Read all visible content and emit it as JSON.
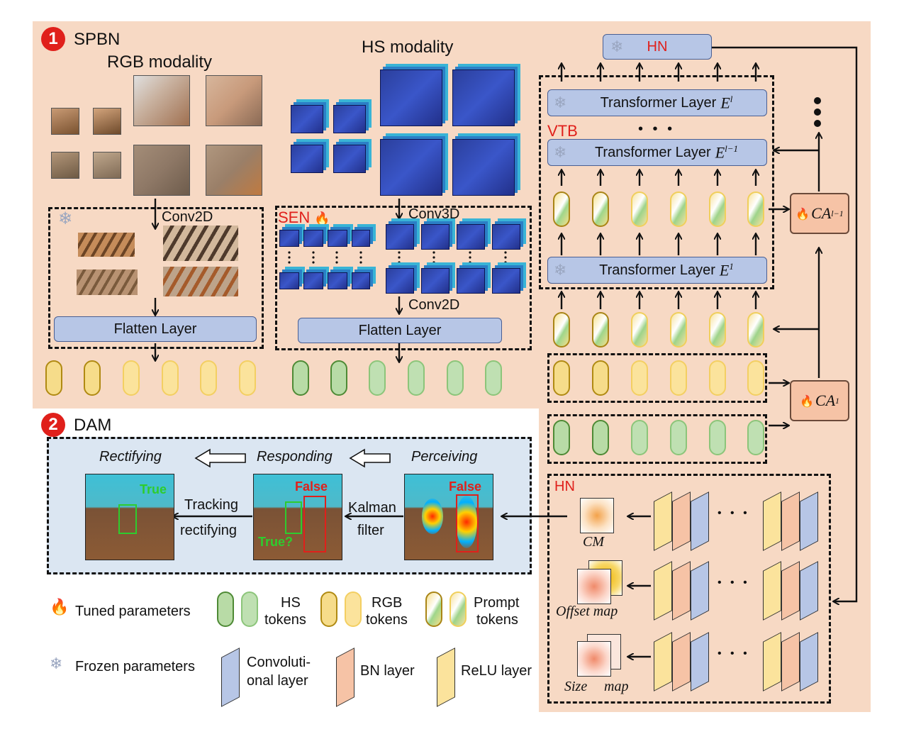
{
  "spbn": {
    "badge": "1",
    "title": "SPBN",
    "rgb_modality": "RGB modality",
    "hs_modality": "HS modality",
    "conv2d": "Conv2D",
    "conv3d": "Conv3D",
    "conv2d_b": "Conv2D",
    "sen": "SEN",
    "flatten_a": "Flatten Layer",
    "flatten_b": "Flatten Layer"
  },
  "vtb": {
    "label": "VTB",
    "layer_top": "Transformer Layer",
    "sup_top": "l",
    "layer_mid": "Transformer Layer",
    "sup_mid": "l−1",
    "layer_bot": "Transformer Layer",
    "sup_bot": "1",
    "dots": "• • •",
    "var": "E"
  },
  "hn_top": {
    "label": "HN"
  },
  "ca": {
    "upper": "CA",
    "upper_sup": "l−1",
    "lower": "CA",
    "lower_sup": "1"
  },
  "dam": {
    "badge": "2",
    "title": "DAM",
    "rectifying": "Rectifying",
    "responding": "Responding",
    "perceiving": "Perceiving",
    "true_a": "True",
    "false_b": "False",
    "true_b": "True?",
    "false_c": "False",
    "tracking": "Tracking",
    "rectifying2": "rectifying",
    "kalman": "Kalman",
    "filter": "filter"
  },
  "hn": {
    "label": "HN",
    "cm": "CM",
    "offset": "Offset map",
    "size1": "Size",
    "size2": "map",
    "dots": "• • •"
  },
  "legend": {
    "tuned": "Tuned parameters",
    "frozen": "Frozen parameters",
    "hs1": "HS",
    "hs2": "tokens",
    "rgb1": "RGB",
    "rgb2": "tokens",
    "pr1": "Prompt",
    "pr2": "tokens",
    "conv1": "Convoluti-",
    "conv2": "onal layer",
    "bn": "BN layer",
    "relu": "ReLU layer"
  },
  "icons": {
    "flame": "🔥",
    "snow": "❄"
  },
  "colors": {
    "bg_panel": "#f7d9c4",
    "dam_panel": "#dbe6f2",
    "accent_red": "#e0201b",
    "hs_green": "#8cc57a",
    "rgb_yellow": "#f3cf62",
    "layer_blue": "#b7c6e6"
  }
}
